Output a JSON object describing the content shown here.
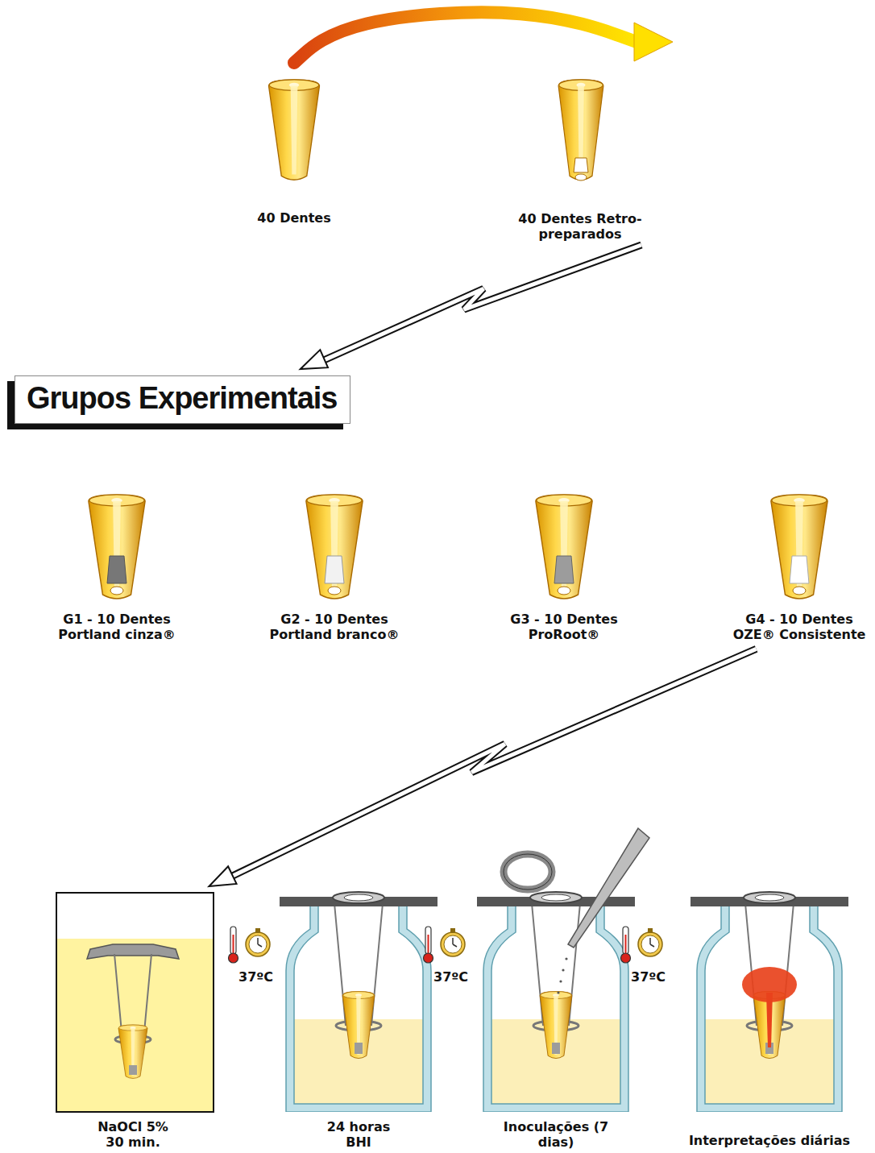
{
  "diagram": {
    "nodes": [
      {
        "text": [
          "40 Dentes"
        ]
      },
      {
        "text": [
          "40 Dentes Retro-preparados"
        ]
      },
      {
        "text": [
          "Grupos Experimentais"
        ]
      },
      {
        "text": [
          "G1 - 10 Dentes Portland cinza®"
        ]
      },
      {
        "text": [
          "G2 - 10 Dentes Portland branco®"
        ]
      },
      {
        "text": [
          "G3 - 10 Dentes ProRoot®"
        ]
      },
      {
        "text": [
          "G4 - 10 Dentes OZE® Consistente"
        ]
      },
      {
        "text": [
          "NaOCl 5% 30 min."
        ]
      },
      {
        "text": [
          "24 horas BHI"
        ]
      },
      {
        "text": [
          "Inoculações (7 dias)"
        ]
      },
      {
        "text": [
          "Interpretações diárias"
        ]
      }
    ],
    "edges": [
      {
        "from": 0,
        "to": 1,
        "arrow": "to"
      },
      {
        "from": 1,
        "to": 2,
        "arrow": "to"
      },
      {
        "from": 6,
        "to": 7,
        "arrow": "to"
      }
    ],
    "labels": [
      "37ºC",
      "37ºC",
      "37ºC"
    ]
  }
}
